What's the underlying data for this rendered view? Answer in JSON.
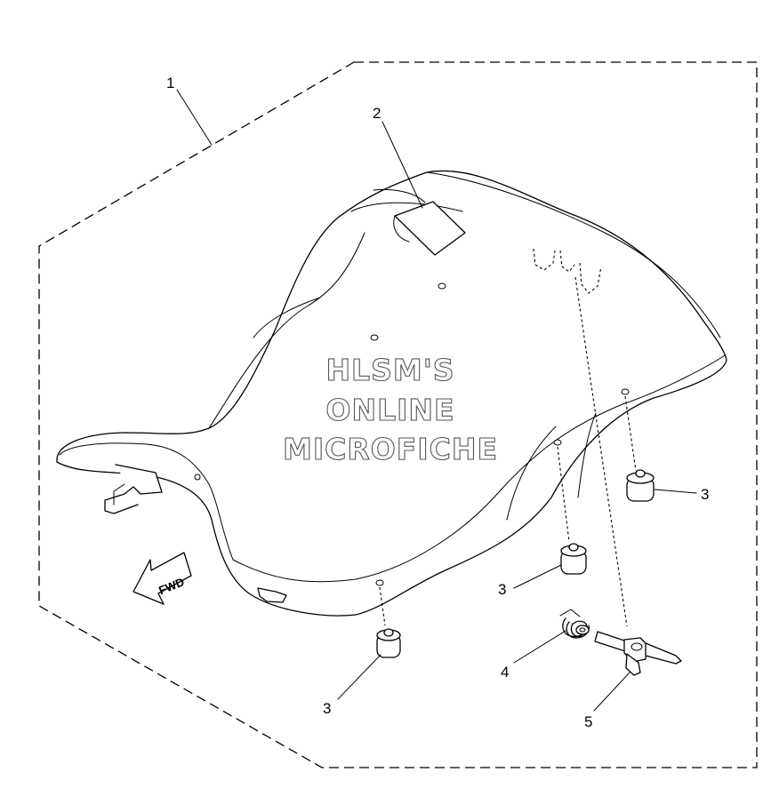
{
  "callouts": [
    {
      "id": "1",
      "label": "1"
    },
    {
      "id": "2",
      "label": "2"
    },
    {
      "id": "3a",
      "label": "3"
    },
    {
      "id": "3b",
      "label": "3"
    },
    {
      "id": "3c",
      "label": "3"
    },
    {
      "id": "4",
      "label": "4"
    },
    {
      "id": "5",
      "label": "5"
    }
  ],
  "direction_arrow": {
    "label": "FWD",
    "icon": "forward-arrow-icon"
  },
  "watermark": {
    "line1": "HLSM'S",
    "line2": "ONLINE",
    "line3": "MICROFICHE"
  }
}
